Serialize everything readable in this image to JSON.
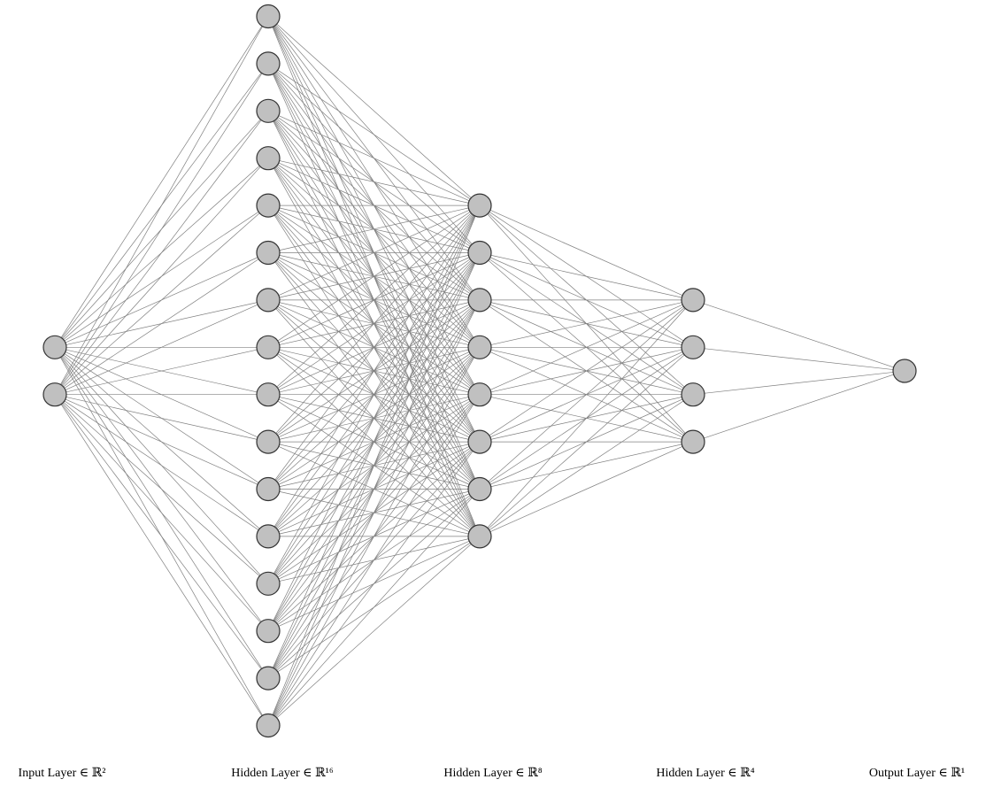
{
  "diagram": {
    "type": "fully-connected-neural-network",
    "layers": [
      {
        "label": "Input Layer ∈ ℝ²",
        "neurons": 2
      },
      {
        "label": "Hidden Layer ∈ ℝ¹⁶",
        "neurons": 16
      },
      {
        "label": "Hidden Layer ∈ ℝ⁸",
        "neurons": 8
      },
      {
        "label": "Hidden Layer ∈ ℝ⁴",
        "neurons": 4
      },
      {
        "label": "Output Layer ∈ ℝ¹",
        "neurons": 1
      }
    ],
    "colors": {
      "neuron_fill": "#c0c0c0",
      "neuron_stroke": "#333333",
      "edge": "#808080",
      "label": "#000000",
      "background": "#ffffff"
    }
  }
}
